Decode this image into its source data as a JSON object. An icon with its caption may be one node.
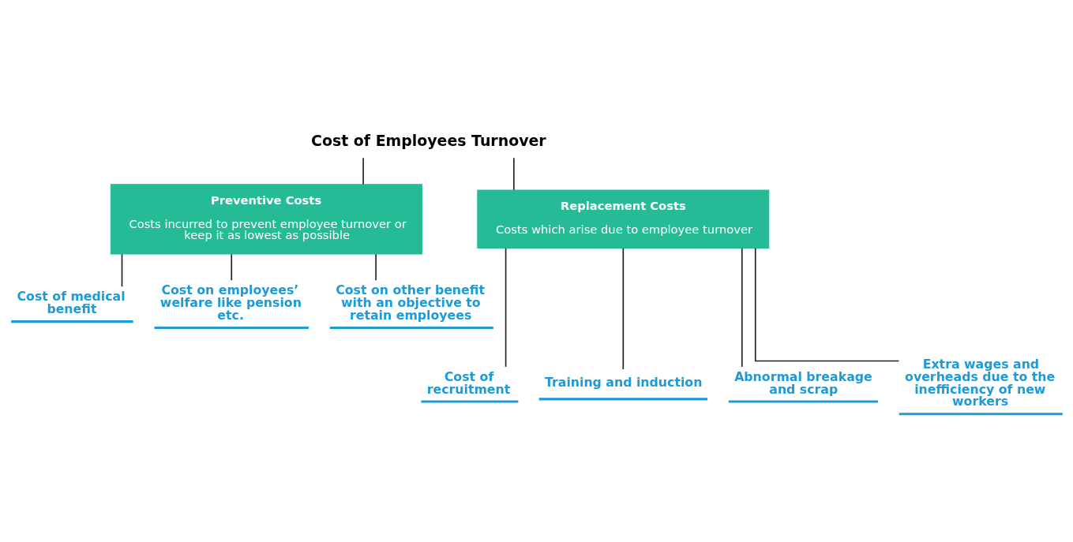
{
  "diagram": {
    "nodes": [
      {
        "text": [
          "Cost of Employees Turnover"
        ]
      },
      {
        "text": [
          "Preventive Costs",
          "Costs incurred to prevent employee turnover or keep it as lowest as possible"
        ]
      },
      {
        "text": [
          "Replacement Costs",
          "Costs which arise due to employee turnover"
        ]
      },
      {
        "text": [
          "Cost of medical benefit"
        ]
      },
      {
        "text": [
          "Cost on employees’ welfare like pension etc."
        ]
      },
      {
        "text": [
          "Cost on other benefit with an objective to retain employees"
        ]
      },
      {
        "text": [
          "Cost of recruitment"
        ]
      },
      {
        "text": [
          "Training and induction"
        ]
      },
      {
        "text": [
          "Abnormal breakage and scrap"
        ]
      },
      {
        "text": [
          "Extra wages and overheads due to the inefficiency of new workers"
        ]
      }
    ],
    "edges": [
      {
        "from": 0,
        "to": 1,
        "arrow": "none"
      },
      {
        "from": 0,
        "to": 2,
        "arrow": "none"
      },
      {
        "from": 1,
        "to": 3,
        "arrow": "none"
      },
      {
        "from": 1,
        "to": 4,
        "arrow": "none"
      },
      {
        "from": 1,
        "to": 5,
        "arrow": "none"
      },
      {
        "from": 2,
        "to": 6,
        "arrow": "none"
      },
      {
        "from": 2,
        "to": 7,
        "arrow": "none"
      },
      {
        "from": 2,
        "to": 8,
        "arrow": "none"
      },
      {
        "from": 2,
        "to": 9,
        "arrow": "none"
      }
    ]
  }
}
